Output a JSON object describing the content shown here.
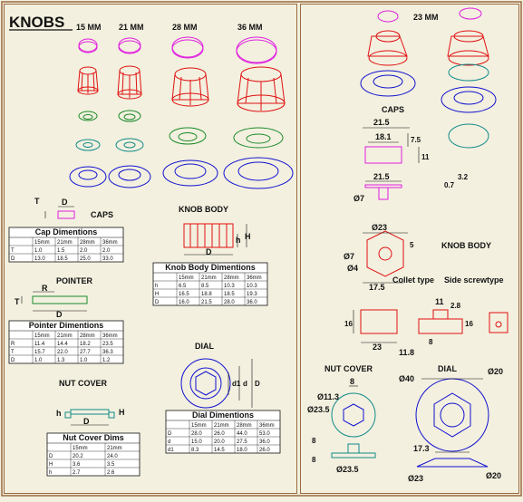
{
  "title": "KNOBS",
  "size_headers": [
    "15 MM",
    "21 MM",
    "28 MM",
    "36 MM"
  ],
  "right_size": "23 MM",
  "labels": {
    "caps_left": "CAPS",
    "knob_body_left": "KNOB BODY",
    "pointer": "POINTER",
    "dial_left": "DIAL",
    "nut_cover": "NUT COVER",
    "caps_right": "CAPS",
    "knob_body_right": "KNOB BODY",
    "collet_type": "Collet type",
    "side_screw_type": "Side screwtype",
    "nut_cover_right": "NUT COVER",
    "dial_right": "DIAL"
  },
  "dims": {
    "cap_d": "D",
    "cap_t": "T",
    "kb_h": "h",
    "kb_H": "H",
    "kb_D": "D",
    "ptr_R": "R",
    "ptr_D": "D",
    "ptr_T": "T",
    "dial_d1": "d1",
    "dial_d": "d",
    "dial_D": "D",
    "nc_h": "h",
    "nc_H": "H",
    "nc_D": "D",
    "rc_215a": "21.5",
    "rc_181": "18.1",
    "rc_75": "7.5",
    "rc_11": "11",
    "rc_215b": "21.5",
    "rc_07": "0.7",
    "rc_32": "3.2",
    "rc_o7": "Ø7",
    "rk_o23": "Ø23",
    "rk_o7": "Ø7",
    "rk_o4": "Ø4",
    "rk_5": "5",
    "rk_175": "17.5",
    "rk_11": "11",
    "rk_28": "2.8",
    "rk_16a": "16",
    "rk_16b": "16",
    "rk_23": "23",
    "rk_8": "8",
    "rk_118": "11.8",
    "rn_113": "Ø11.3",
    "rn_235a": "Ø23.5",
    "rn_8a": "8",
    "rn_8b": "8",
    "rn_8c": "8",
    "rn_235b": "Ø23.5",
    "rd_o40": "Ø40",
    "rd_o20a": "Ø20",
    "rd_173": "17.3",
    "rd_o23": "Ø23",
    "rd_o20b": "Ø20"
  },
  "tables": {
    "cap": {
      "title": "Cap Dimentions",
      "cols": [
        "",
        "15mm",
        "21mm",
        "28mm",
        "36mm"
      ],
      "rows": [
        [
          "T",
          "1.0",
          "1.5",
          "2.0",
          "2.0"
        ],
        [
          "D",
          "13.0",
          "18.5",
          "25.0",
          "33.0"
        ]
      ]
    },
    "knob_body": {
      "title": "Knob Body  Dimentions",
      "cols": [
        "",
        "15mm",
        "21mm",
        "28mm",
        "36mm"
      ],
      "rows": [
        [
          "h",
          "6.5",
          "8.5",
          "10.3",
          "10.3"
        ],
        [
          "H",
          "16.5",
          "18.8",
          "18.5",
          "19.3"
        ],
        [
          "D",
          "16.0",
          "21.5",
          "28.0",
          "36.0"
        ]
      ]
    },
    "pointer": {
      "title": "Pointer Dimentions",
      "cols": [
        "",
        "15mm",
        "21mm",
        "28mm",
        "36mm"
      ],
      "rows": [
        [
          "R",
          "11.4",
          "14.4",
          "18.2",
          "23.5"
        ],
        [
          "T",
          "15.7",
          "22.0",
          "27.7",
          "36.3"
        ],
        [
          "D",
          "1.0",
          "1.3",
          "1.0",
          "1.2"
        ]
      ]
    },
    "dial": {
      "title": "Dial Dimentions",
      "cols": [
        "",
        "15mm",
        "21mm",
        "28mm",
        "36mm"
      ],
      "rows": [
        [
          "D",
          "28.0",
          "26.0",
          "44.0",
          "53.0"
        ],
        [
          "d",
          "15.0",
          "20.0",
          "27.5",
          "36.0"
        ],
        [
          "d1",
          "8.3",
          "14.5",
          "18.0",
          "26.0"
        ]
      ]
    },
    "nut_cover": {
      "title": "Nut Cover Dims",
      "cols": [
        "",
        "15mm",
        "21mm"
      ],
      "rows": [
        [
          "D",
          "20.2",
          "24.0"
        ],
        [
          "H",
          "3.6",
          "3.5"
        ],
        [
          "h",
          "2.7",
          "2.6"
        ]
      ]
    }
  }
}
